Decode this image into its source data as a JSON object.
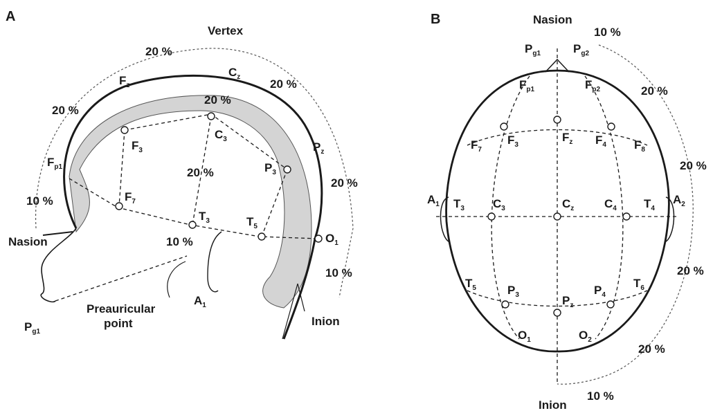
{
  "panels": {
    "a": {
      "letter": "A",
      "labels": {
        "vertex": "Vertex",
        "nasion": "Nasion",
        "inion": "Inion",
        "preauricular_1": "Preauricular",
        "preauricular_2": "point",
        "pg1": "P",
        "pg1_sub": "g1",
        "a1": "A",
        "a1_sub": "1"
      },
      "percents": [
        "20 %",
        "20 %",
        "20 %",
        "20 %",
        "20 %",
        "20 %",
        "10 %",
        "10 %",
        "10 %"
      ],
      "electrodes": [
        {
          "letter": "F",
          "sub": "z"
        },
        {
          "letter": "C",
          "sub": "z"
        },
        {
          "letter": "P",
          "sub": "z"
        },
        {
          "letter": "F",
          "sub": "p1"
        },
        {
          "letter": "F",
          "sub": "3"
        },
        {
          "letter": "C",
          "sub": "3"
        },
        {
          "letter": "P",
          "sub": "3"
        },
        {
          "letter": "F",
          "sub": "7"
        },
        {
          "letter": "T",
          "sub": "3"
        },
        {
          "letter": "T",
          "sub": "5"
        },
        {
          "letter": "O",
          "sub": "1"
        }
      ]
    },
    "b": {
      "letter": "B",
      "labels": {
        "nasion": "Nasion",
        "inion": "Inion"
      },
      "percents": [
        "10 %",
        "20 %",
        "20 %",
        "20 %",
        "20 %",
        "10 %"
      ],
      "electrodes": [
        {
          "letter": "P",
          "sub": "g1"
        },
        {
          "letter": "P",
          "sub": "g2"
        },
        {
          "letter": "F",
          "sub": "p1"
        },
        {
          "letter": "F",
          "sub": "p2"
        },
        {
          "letter": "F",
          "sub": "7"
        },
        {
          "letter": "F",
          "sub": "3"
        },
        {
          "letter": "F",
          "sub": "z"
        },
        {
          "letter": "F",
          "sub": "4"
        },
        {
          "letter": "F",
          "sub": "8"
        },
        {
          "letter": "A",
          "sub": "1"
        },
        {
          "letter": "T",
          "sub": "3"
        },
        {
          "letter": "C",
          "sub": "3"
        },
        {
          "letter": "C",
          "sub": "z"
        },
        {
          "letter": "C",
          "sub": "4"
        },
        {
          "letter": "T",
          "sub": "4"
        },
        {
          "letter": "A",
          "sub": "2"
        },
        {
          "letter": "T",
          "sub": "5"
        },
        {
          "letter": "P",
          "sub": "3"
        },
        {
          "letter": "P",
          "sub": "z"
        },
        {
          "letter": "P",
          "sub": "4"
        },
        {
          "letter": "T",
          "sub": "6"
        },
        {
          "letter": "O",
          "sub": "1"
        },
        {
          "letter": "O",
          "sub": "2"
        }
      ]
    }
  }
}
